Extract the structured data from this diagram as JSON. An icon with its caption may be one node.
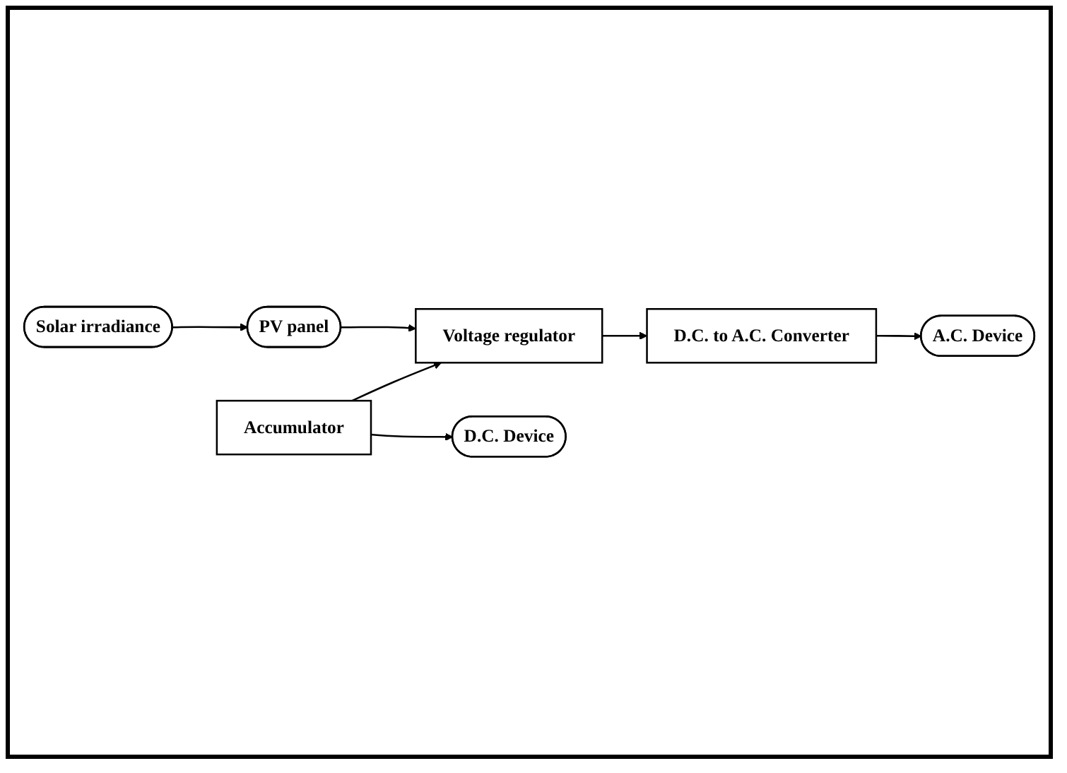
{
  "diagram": {
    "nodes": [
      {
        "text": [
          "Solar irradiance"
        ]
      },
      {
        "text": [
          "D.C. to A.C. Converter"
        ]
      },
      {
        "text": [
          "A.C. Device"
        ]
      },
      {
        "text": [
          "PV panel"
        ]
      },
      {
        "text": [
          "Voltage regulator"
        ]
      },
      {
        "text": [
          "D.C. Device"
        ]
      },
      {
        "text": [
          "Accumulator"
        ]
      }
    ],
    "edges": [
      {
        "from": 0,
        "to": 3,
        "arrow": "to"
      },
      {
        "from": 3,
        "to": 4,
        "arrow": "to"
      },
      {
        "from": 4,
        "to": 1,
        "arrow": "to"
      },
      {
        "from": 1,
        "to": 2,
        "arrow": "to"
      },
      {
        "from": 6,
        "to": 4,
        "arrow": "to"
      },
      {
        "from": 6,
        "to": 5,
        "arrow": "to"
      }
    ]
  }
}
